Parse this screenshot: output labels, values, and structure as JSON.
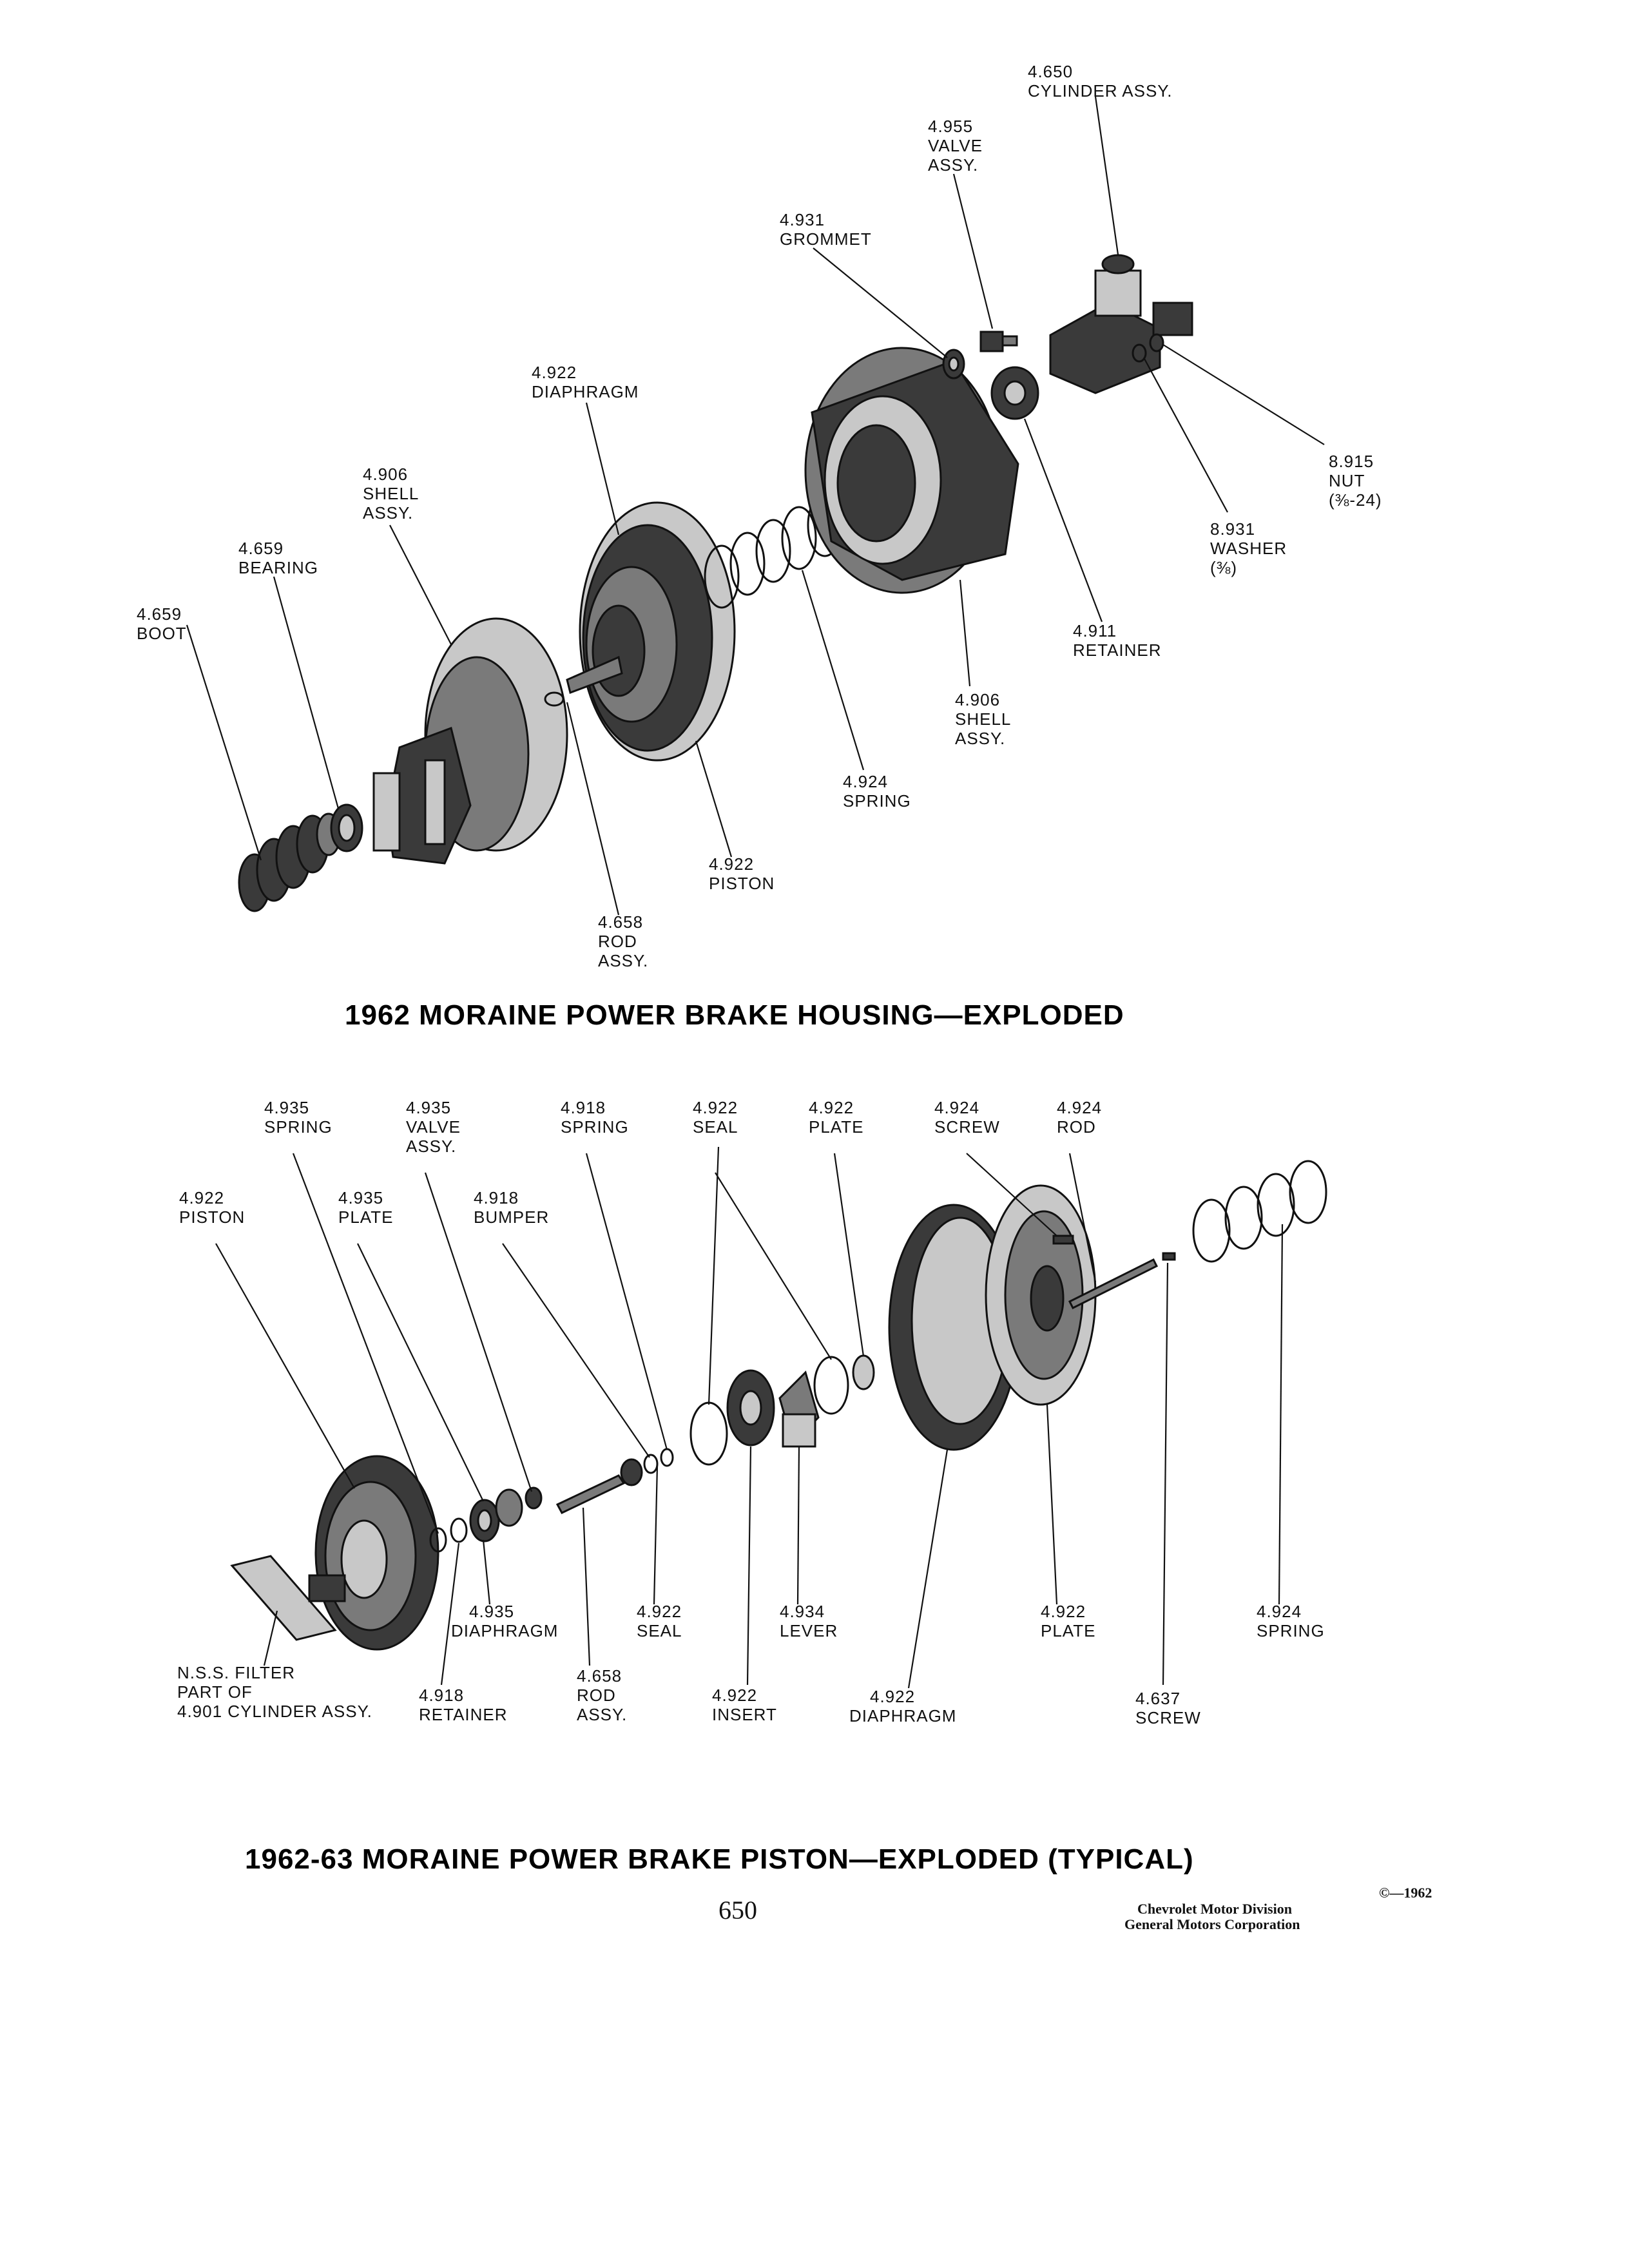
{
  "housing": {
    "title": "1962 MORAINE POWER BRAKE HOUSING—EXPLODED",
    "callouts": [
      {
        "lines": [
          "4.650",
          "CYLINDER  ASSY."
        ]
      },
      {
        "lines": [
          "4.955",
          "VALVE",
          "ASSY."
        ]
      },
      {
        "lines": [
          "4.931",
          "GROMMET"
        ]
      },
      {
        "lines": [
          "4.922",
          "DIAPHRAGM"
        ]
      },
      {
        "lines": [
          "8.915",
          "NUT",
          "(⅜-24)"
        ]
      },
      {
        "lines": [
          "4.906",
          "SHELL",
          "ASSY."
        ]
      },
      {
        "lines": [
          "8.931",
          "WASHER",
          "(⅜)"
        ]
      },
      {
        "lines": [
          "4.659",
          "BEARING"
        ]
      },
      {
        "lines": [
          "4.659",
          "BOOT"
        ]
      },
      {
        "lines": [
          "4.911",
          "RETAINER"
        ]
      },
      {
        "lines": [
          "4.906",
          "SHELL",
          "ASSY."
        ]
      },
      {
        "lines": [
          "4.924",
          "SPRING"
        ]
      },
      {
        "lines": [
          "4.922",
          "PISTON"
        ]
      },
      {
        "lines": [
          "4.658",
          "ROD",
          "ASSY."
        ]
      }
    ]
  },
  "piston": {
    "title": "1962-63 MORAINE POWER BRAKE PISTON—EXPLODED (TYPICAL)",
    "callouts": [
      {
        "lines": [
          "4.935",
          "SPRING"
        ]
      },
      {
        "lines": [
          "4.935",
          "VALVE",
          "ASSY."
        ]
      },
      {
        "lines": [
          "4.918",
          "SPRING"
        ]
      },
      {
        "lines": [
          "4.922",
          "SEAL"
        ]
      },
      {
        "lines": [
          "4.922",
          "PLATE"
        ]
      },
      {
        "lines": [
          "4.924",
          "SCREW"
        ]
      },
      {
        "lines": [
          "4.924",
          "ROD"
        ]
      },
      {
        "lines": [
          "4.922",
          "PISTON"
        ]
      },
      {
        "lines": [
          "4.935",
          "PLATE"
        ]
      },
      {
        "lines": [
          "4.918",
          "BUMPER"
        ]
      },
      {
        "lines": [
          "4.935",
          "DIAPHRAGM"
        ]
      },
      {
        "lines": [
          "4.922",
          "SEAL"
        ]
      },
      {
        "lines": [
          "4.934",
          "LEVER"
        ]
      },
      {
        "lines": [
          "4.922",
          "PLATE"
        ]
      },
      {
        "lines": [
          "4.924",
          "SPRING"
        ]
      },
      {
        "lines": [
          "N.S.S. FILTER",
          "PART  OF",
          "4.901  CYLINDER  ASSY."
        ]
      },
      {
        "lines": [
          "4.918",
          "RETAINER"
        ]
      },
      {
        "lines": [
          "4.658",
          "ROD",
          "ASSY."
        ]
      },
      {
        "lines": [
          "4.922",
          "INSERT"
        ]
      },
      {
        "lines": [
          "4.922",
          "DIAPHRAGM"
        ]
      },
      {
        "lines": [
          "4.637",
          "SCREW"
        ]
      }
    ]
  },
  "footer": {
    "page_number": "650",
    "copyright": "©—1962",
    "division": "Chevrolet Motor Division",
    "corporation": "General Motors Corporation"
  }
}
